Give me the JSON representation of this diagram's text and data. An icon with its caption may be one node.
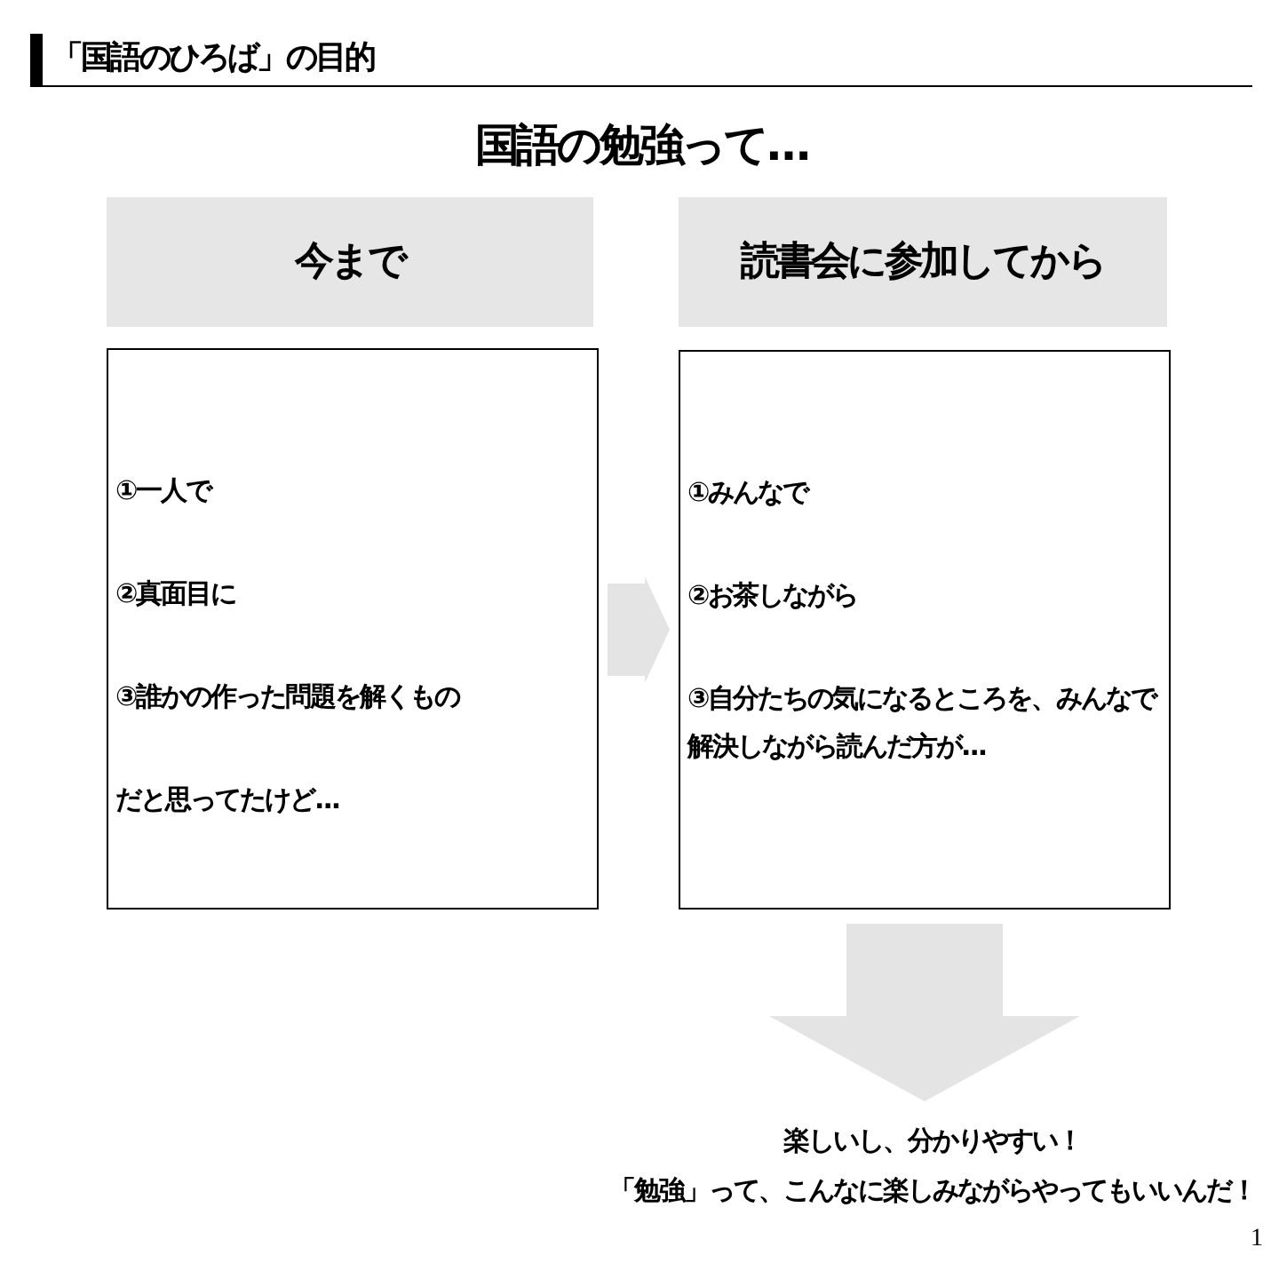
{
  "diagram": {
    "title": "「国語のひろば」の目的",
    "nodes": [
      {
        "text": [
          "今まで"
        ]
      },
      {
        "text": [
          "①一人で",
          "②真面目に",
          "③誰かの作った問題を解くもの",
          "だと思ってたけど..."
        ]
      },
      {
        "text": [
          "読書会に参加してから"
        ]
      },
      {
        "text": [
          "①みんなで",
          "②お茶しながら",
          "③自分たちの気になるところを、みんなで解決しながら読んだ方が..."
        ]
      },
      {
        "text": [
          "楽しいし、分かりやすい！",
          "「勉強」って、こんなに楽しみながらやってもいいんだ！"
        ]
      }
    ],
    "edges": [
      {
        "from": 1,
        "to": 3,
        "arrow": "to",
        "style": "thick"
      },
      {
        "from": 3,
        "to": 4,
        "arrow": "to",
        "style": "thick"
      }
    ],
    "labels": [
      "国語の勉強って…",
      "1"
    ]
  }
}
